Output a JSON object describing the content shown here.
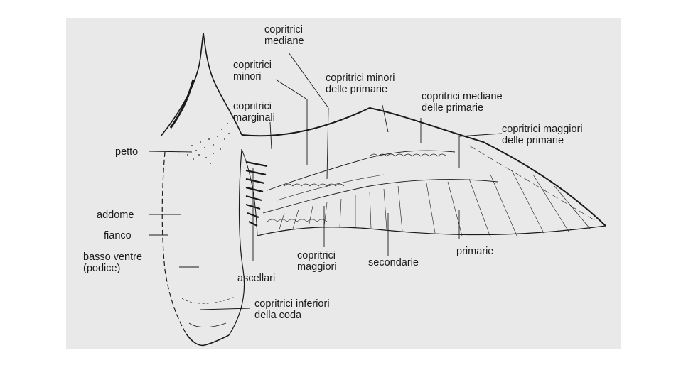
{
  "colors": {
    "background": "#ffffff",
    "scan_paper": "#e9e9e9",
    "ink": "#1a1a1a"
  },
  "labels": {
    "copritrici_mediane": [
      "copritrici",
      "mediane"
    ],
    "copritrici_minori": [
      "copritrici",
      "minori"
    ],
    "copritrici_minori_primarie": [
      "copritrici minori",
      "delle primarie"
    ],
    "copritrici_mediane_primarie": [
      "copritrici mediane",
      "delle primarie"
    ],
    "copritrici_marginali": [
      "copritrici",
      "marginali"
    ],
    "copritrici_maggiori_primarie": [
      "copritrici maggiori",
      "delle primarie"
    ],
    "petto": "petto",
    "addome": "addome",
    "fianco": "fianco",
    "basso_ventre": [
      "basso ventre",
      "(podice)"
    ],
    "ascellari": "ascellari",
    "copritrici_maggiori": [
      "copritrici",
      "maggiori"
    ],
    "secondarie": "secondarie",
    "primarie": "primarie",
    "copritrici_inferiori_coda": [
      "copritrici inferiori",
      "della coda"
    ]
  }
}
